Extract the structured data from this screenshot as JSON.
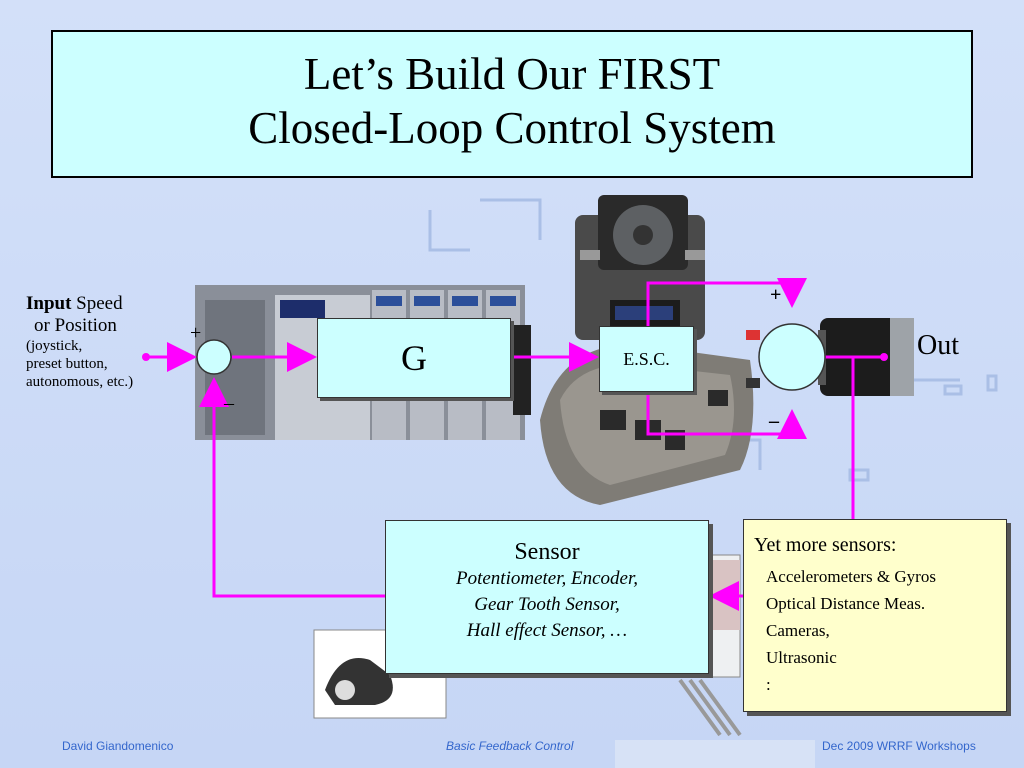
{
  "title": {
    "line1": "Let’s Build Our FIRST",
    "line2": "Closed-Loop Control System"
  },
  "input": {
    "strong": "Input",
    "rest": " Speed",
    "line2": "or Position",
    "details": [
      "(joystick,",
      "preset button,",
      "autonomous, etc.)"
    ]
  },
  "summing_junction": {
    "plus": "+",
    "minus": "–"
  },
  "controller": {
    "label": "G"
  },
  "esc": {
    "label": "E.S.C."
  },
  "motor": {
    "plus": "+",
    "minus": "–"
  },
  "output": {
    "label": "Out"
  },
  "sensor": {
    "title": "Sensor",
    "lines": [
      "Potentiometer, Encoder,",
      "Gear Tooth Sensor,",
      "Hall effect Sensor,  …"
    ]
  },
  "more_sensors": {
    "title": "Yet more sensors:",
    "items": [
      "Accelerometers & Gyros",
      "Optical Distance Meas.",
      "Cameras,",
      "Ultrasonic",
      ":"
    ]
  },
  "footer": {
    "left": "David  Giandomenico",
    "center": "Basic Feedback Control",
    "right": "Dec 2009 WRRF Workshops"
  },
  "colors": {
    "background": "#c9d9f7",
    "box_fill": "#ccffff",
    "note_fill": "#ffffcc",
    "signal_line": "#ff00ff",
    "footer_text": "#3366cc"
  }
}
